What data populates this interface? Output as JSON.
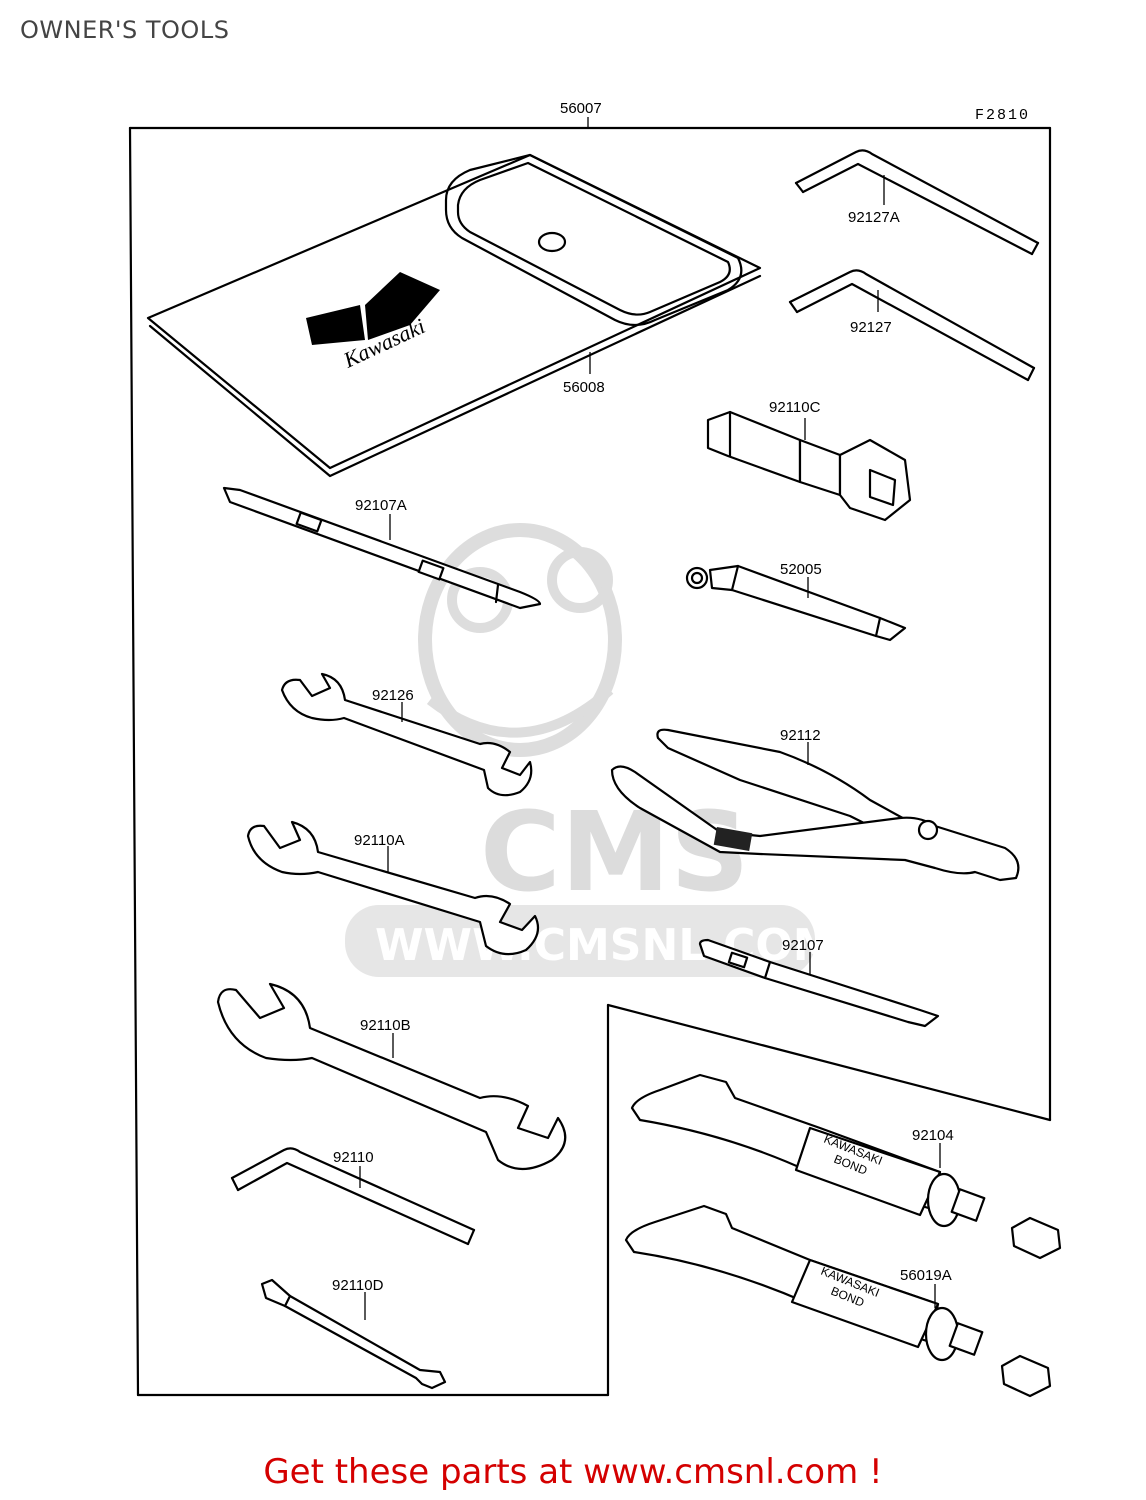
{
  "page": {
    "title": "OWNER'S TOOLS"
  },
  "figure": {
    "code": "F2810",
    "assembly_part": "56007"
  },
  "parts": [
    {
      "number": "92127A"
    },
    {
      "number": "92127"
    },
    {
      "number": "56008"
    },
    {
      "number": "92110C"
    },
    {
      "number": "92107A"
    },
    {
      "number": "52005"
    },
    {
      "number": "92126"
    },
    {
      "number": "92112"
    },
    {
      "number": "92110A"
    },
    {
      "number": "92107"
    },
    {
      "number": "92110B"
    },
    {
      "number": "92104"
    },
    {
      "number": "92110"
    },
    {
      "number": "92110D"
    },
    {
      "number": "56019A"
    }
  ],
  "pouch": {
    "brand": "Kawasaki"
  },
  "tube_labels": {
    "line1": "KAWASAKI",
    "line2": "BOND"
  },
  "watermark": {
    "logo": "CMS",
    "url": "WWW.CMSNL.COM"
  },
  "footer": {
    "text": "Get these parts at www.cmsnl.com !"
  },
  "colors": {
    "footer": "#d40000",
    "watermark": "#dcdcdc",
    "title": "#444444"
  }
}
